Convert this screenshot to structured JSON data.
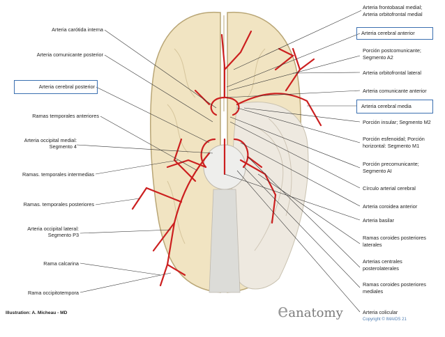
{
  "left_labels": [
    "Arteria carótida interna",
    "Arteria comunicante posterior",
    "Arteria cerebral posterior",
    "Ramas temporales anteriores",
    "Arteria occipital medial:",
    "Segmento 4",
    "Ramas. temporales intermedias",
    "Ramas. temporales posteriores",
    "Arteria occipital lateral:",
    "Segmento P3",
    "Rama calcarina",
    "Rama occipitotempora"
  ],
  "right_labels": [
    "Arteria frontobasal medial;",
    "Arteria orbitofrontal medial",
    "Arteria cerebral anterior",
    "Porción postcomunicante;",
    "Segmento A2",
    "Arteria orbitofrontal lateral",
    "Arteria comunicante anterior",
    "Arteria cerebral media",
    "Porción insular; Segmento M2",
    "Porción esfenoidal; Porción",
    "horizontal: Segmento M1",
    "Porción precomunicante;",
    "Segmento AI",
    "Círculo arterial cerebral",
    "Arteria coroidea anterior",
    "Arteria basilar",
    "Ramas coroides posteriores",
    "laterales",
    "Arterias centrales",
    "posterolaterales",
    "Ramas coroides posteriores",
    "mediales",
    "Arteria colicular"
  ],
  "footer": {
    "illustration": "Illustration: A. Micheau - MD",
    "logo": "anatomy",
    "copyright": "Copyright © IMAIOS 21"
  },
  "colors": {
    "artery": "#cc1f1f",
    "brain_fill": "#f1e4c2",
    "brain_outline": "#b9a676",
    "highlight_box": "#3a6fb0"
  }
}
